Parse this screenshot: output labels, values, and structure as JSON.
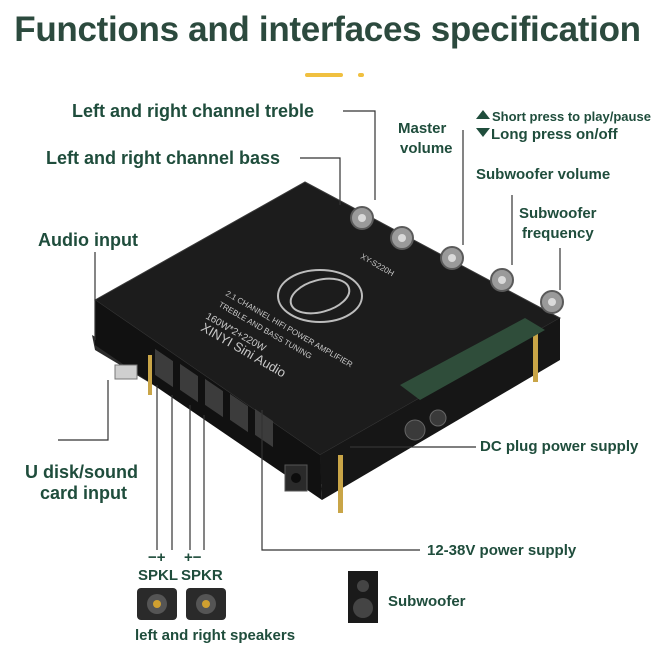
{
  "title": "Functions and interfaces specification",
  "colors": {
    "title": "#2c4a3e",
    "label": "#1f4d3c",
    "accent": "#f0c040",
    "board": "#1a1a1a",
    "leader": "#333333"
  },
  "labels": {
    "treble": "Left and right channel treble",
    "bass": "Left and right channel bass",
    "master_line1": "Master",
    "master_line2": "volume",
    "short_press": "Short press to play/pause",
    "long_press": "Long press on/off",
    "sub_volume": "Subwoofer volume",
    "sub_freq_line1": "Subwoofer",
    "sub_freq_line2": "frequency",
    "audio_input": "Audio input",
    "dc_plug": "DC plug power supply",
    "udisk_line1": "U disk/sound",
    "udisk_line2": "card input",
    "power_supply": "12-38V power supply",
    "polarity_left": "−+",
    "polarity_right": "+−",
    "spkl": "SPKL",
    "spkr": "SPKR",
    "subwoofer": "Subwoofer",
    "speakers": "left and right speakers"
  },
  "board_print": {
    "brand": "XINYI Sini Audio",
    "spec": "160W*2+220W",
    "desc1": "2.1 CHANNEL HIFI POWER AMPLIFIER",
    "desc2": "TREBLE AND BASS TUNING",
    "model": "XY-S220H"
  },
  "icons": [
    "short-press-arrow-up-icon",
    "long-press-arrow-down-icon",
    "speaker-icon",
    "subwoofer-icon"
  ]
}
